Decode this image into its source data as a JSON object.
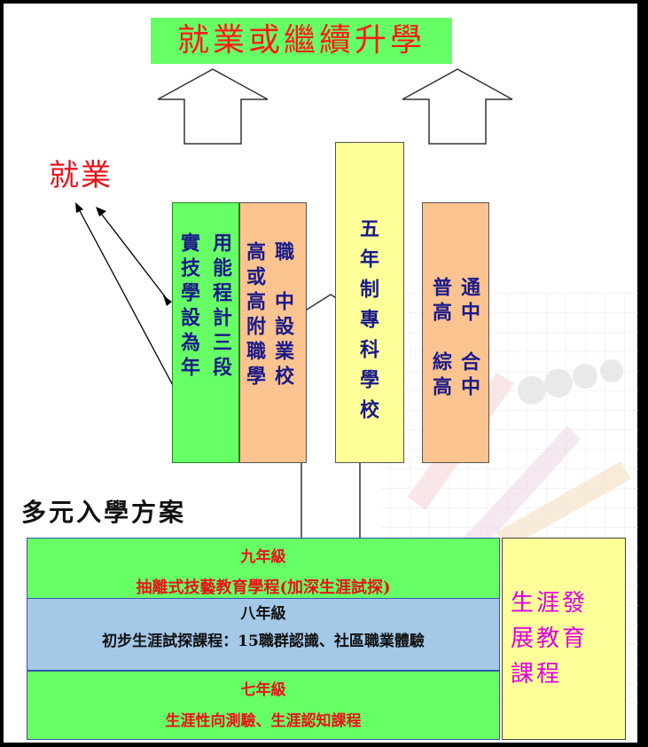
{
  "title": "就業或繼續升學",
  "employment_label": "就業",
  "practical_program": {
    "col1": "實技學設為年",
    "col2": "用能程計三段"
  },
  "vocational_school": {
    "col1": "高或高附職學",
    "col2": "職　中設業校"
  },
  "five_year_college": "五年制專科學校",
  "general_high": {
    "col1": "普高　綜高",
    "col2": "通中　合中"
  },
  "multi_entrance_label": "多元入學方案",
  "grade9": {
    "title": "九年級",
    "text": "抽離式技藝教育學程(加深生涯試探)"
  },
  "grade8": {
    "title": "八年級",
    "text": "初步生涯試探課程：15職群認識、社區職業體驗"
  },
  "grade7": {
    "title": "七年級",
    "text": "生涯性向測驗、生涯認知課程"
  },
  "career_course": "生涯發展教育課程",
  "colors": {
    "green": "#66ff66",
    "orange": "#fbc38f",
    "yellow": "#ffff99",
    "blue": "#a3c8e8",
    "red": "#ff1a1a",
    "magenta": "#e000e0",
    "navy": "#1a1a8a"
  }
}
